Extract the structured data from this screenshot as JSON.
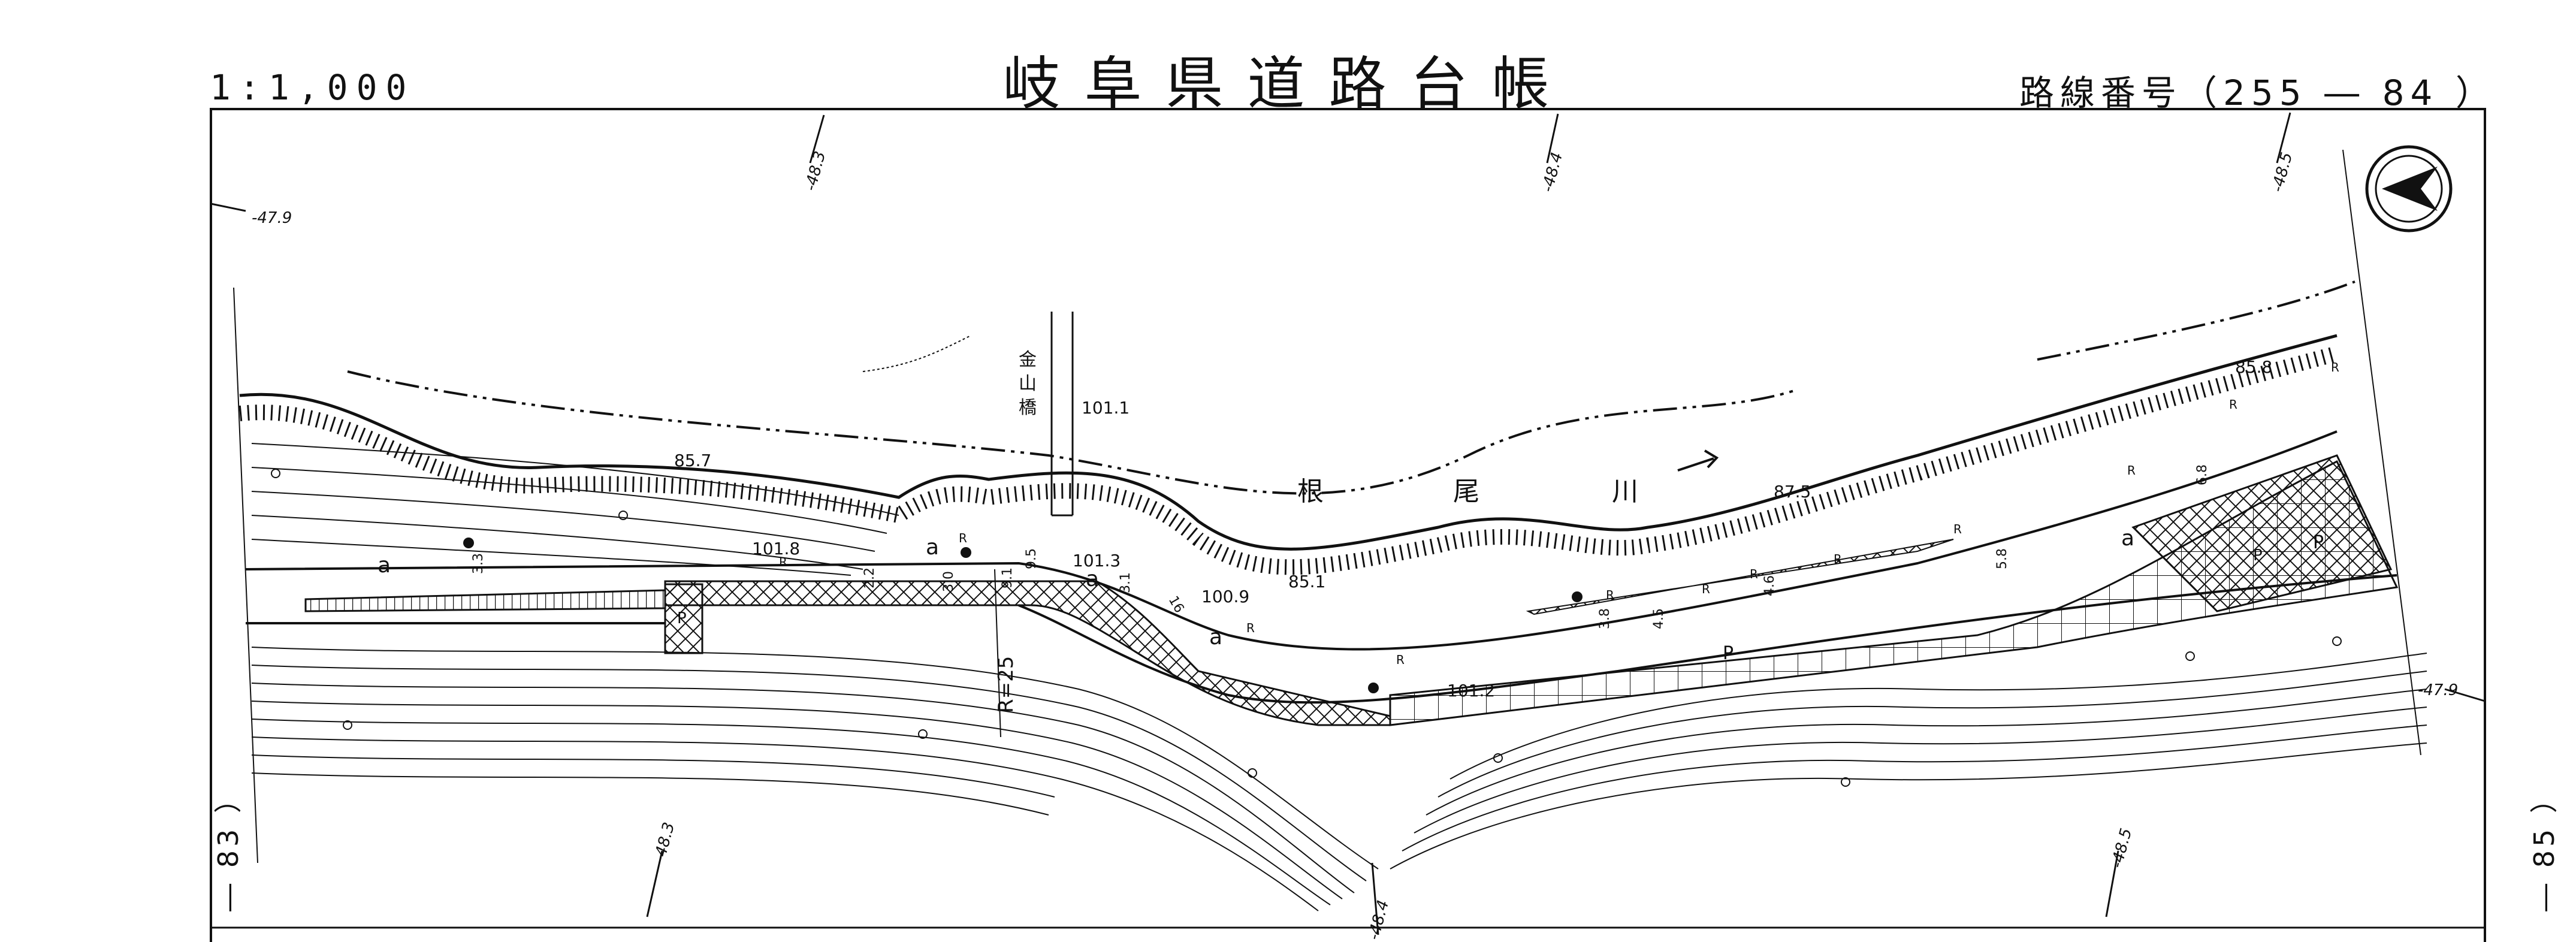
{
  "header": {
    "scale": "1:1,000",
    "title": "岐阜県道路台帳",
    "route_number": "路線番号（255 ― 84 ）"
  },
  "edges": {
    "left_sheet": "― 83 ）",
    "right_sheet": "― 85 ）"
  },
  "map": {
    "north_arrow": "compass-arrow-icon",
    "river_name_chars": [
      "根",
      "尾",
      "川"
    ],
    "bridge_name_chars": [
      "金",
      "山",
      "橋"
    ],
    "curve_radius": "R=25",
    "grid_labels": [
      "-47.9",
      "-48.3",
      "-48.4",
      "-48.5",
      "-48.3",
      "-48.4",
      "-48.5",
      "-47.9"
    ],
    "elevations": [
      "85.7",
      "101.8",
      "101.1",
      "101.3",
      "100.9",
      "85.1",
      "87.5",
      "85.8",
      "101.2"
    ],
    "widths": [
      "3.3",
      "2.2",
      "3.0",
      "9.5",
      "9.1",
      "3.1",
      "3.8",
      "4.5",
      "4.6",
      "5.8",
      "6.8",
      "16"
    ],
    "area_codes": [
      "a",
      "a",
      "a",
      "a",
      "a",
      "P",
      "P",
      "P",
      "P"
    ],
    "surface_marks": [
      "R",
      "R",
      "R",
      "R",
      "R",
      "R",
      "R",
      "R",
      "R",
      "R",
      "R",
      "R"
    ]
  },
  "colors": {
    "ink": "#111111",
    "paper": "#ffffff"
  }
}
